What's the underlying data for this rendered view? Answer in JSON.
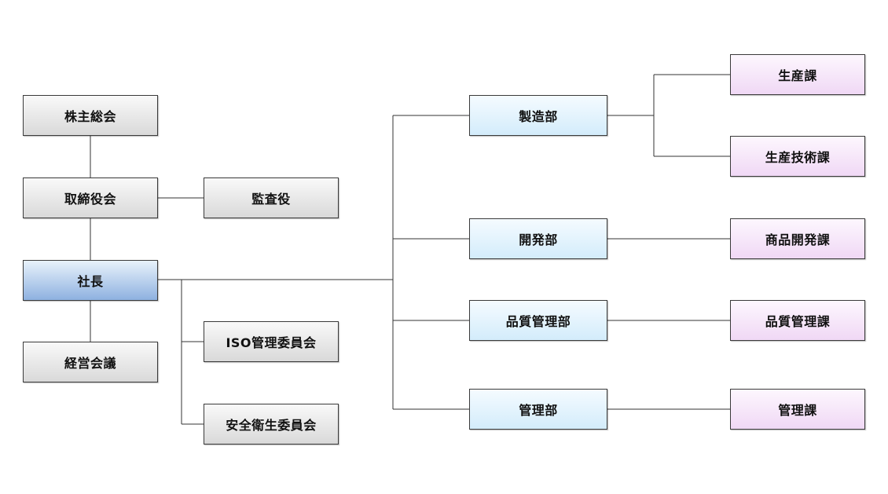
{
  "org_chart": {
    "shareholders_meeting": "株主総会",
    "board_of_directors": "取締役会",
    "auditor": "監査役",
    "president": "社長",
    "management_meeting": "経営会議",
    "iso_committee": "ISO管理委員会",
    "safety_health_committee": "安全衛生委員会",
    "manufacturing_dept": "製造部",
    "development_dept": "開発部",
    "quality_control_dept": "品質管理部",
    "management_dept": "管理部",
    "production_section": "生産課",
    "production_engineering_section": "生産技術課",
    "product_development_section": "商品開発課",
    "quality_control_section": "品質管理課",
    "management_section": "管理課"
  },
  "colors": {
    "line": "#333333",
    "gray_box": "#d9d9d9",
    "president_box": "#8eb1e0",
    "department_box": "#d3ecfb",
    "section_box": "#f0d8f5"
  }
}
